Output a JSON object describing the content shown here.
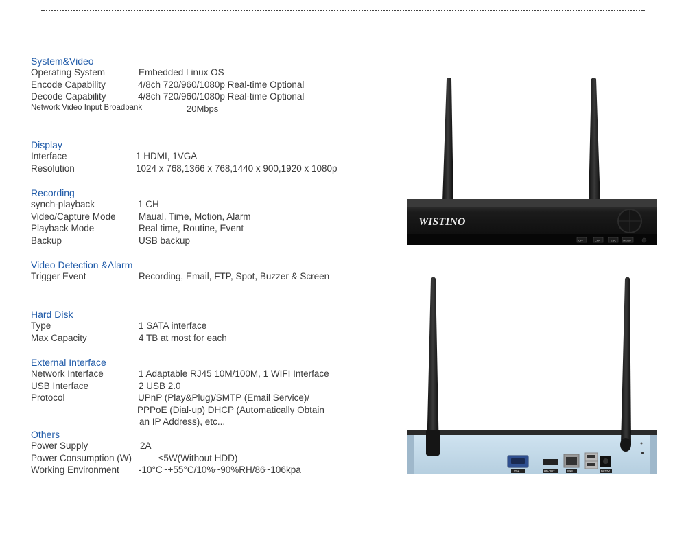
{
  "sections": {
    "system_video": {
      "title": "System&Video",
      "rows": [
        {
          "label": "Operating System",
          "value": "Embedded Linux OS"
        },
        {
          "label": "Encode Capability",
          "value": "4/8ch 720/960/1080p Real-time Optional"
        },
        {
          "label": "Decode Capability",
          "value": "4/8ch 720/960/1080p Real-time Optional"
        },
        {
          "label": "Network Video Input Broadbank",
          "value": "20Mbps"
        }
      ]
    },
    "display": {
      "title": "Display",
      "rows": [
        {
          "label": "Interface",
          "value": "1 HDMI, 1VGA"
        },
        {
          "label": "Resolution",
          "value": "1024 x 768,1366 x 768,1440 x 900,1920 x 1080p"
        }
      ]
    },
    "recording": {
      "title": "Recording",
      "rows": [
        {
          "label": "synch-playback",
          "value": "1 CH"
        },
        {
          "label": "Video/Capture Mode",
          "value": "Maual, Time, Motion, Alarm"
        },
        {
          "label": "Playback Mode",
          "value": "Real time, Routine, Event"
        },
        {
          "label": "Backup",
          "value": "USB backup"
        }
      ]
    },
    "detection": {
      "title": "Video Detection &Alarm",
      "rows": [
        {
          "label": "Trigger Event",
          "value": "Recording,  Email, FTP,  Spot, Buzzer & Screen"
        }
      ]
    },
    "hard_disk": {
      "title": "Hard Disk",
      "rows": [
        {
          "label": "Type",
          "value": "1 SATA interface"
        },
        {
          "label": "Max Capacity",
          "value": "4 TB at most for each"
        }
      ]
    },
    "external": {
      "title": "External Interface",
      "rows": [
        {
          "label": "Network Interface",
          "value": "1 Adaptable RJ45 10M/100M, 1 WIFI Interface"
        },
        {
          "label": "USB Interface",
          "value": "2 USB 2.0"
        },
        {
          "label": "Protocol",
          "value": "UPnP (Play&Plug)/SMTP (Email Service)/"
        },
        {
          "label": "",
          "value": "PPPoE (Dial-up) DHCP (Automatically Obtain"
        },
        {
          "label": "",
          "value": "an IP Address), etc..."
        }
      ]
    },
    "others": {
      "title": "Others",
      "rows": [
        {
          "label": "Power Supply",
          "value": "2A"
        },
        {
          "label": "Power Consumption (W)",
          "value": "≤5W(Without HDD)"
        },
        {
          "label": "Working Environment",
          "value": "-10°C~+55°C/10%~90%RH/86~106kpa"
        }
      ]
    }
  },
  "device": {
    "brand": "WISTINO",
    "front_buttons": [
      "CH-",
      "CH+",
      "ESC",
      "MENU"
    ],
    "rear_ports": [
      "VGA",
      "HD-OUT",
      "WAN",
      "",
      "DC12V"
    ]
  }
}
